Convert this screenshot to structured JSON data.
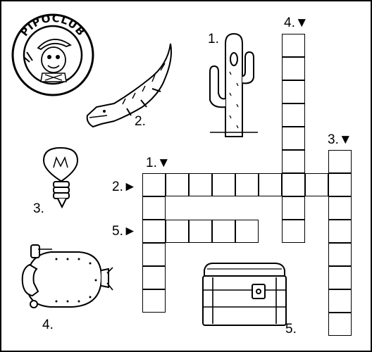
{
  "logo": {
    "text": "PIPOCLUB"
  },
  "clue_numbers": {
    "cactus": "1.",
    "crocodile": "2.",
    "bulb": "3.",
    "submarine": "4.",
    "chest": "5."
  },
  "grid_labels": {
    "down_1": "1.▼",
    "across_2": "2.►",
    "down_3": "3.▼",
    "down_4": "4.▼",
    "across_5": "5.►"
  },
  "words": [
    {
      "id": "1-down",
      "direction": "down",
      "length": 6
    },
    {
      "id": "2-across",
      "direction": "across",
      "length": 9
    },
    {
      "id": "3-down",
      "direction": "down",
      "length": 8
    },
    {
      "id": "4-down",
      "direction": "down",
      "length": 9
    },
    {
      "id": "5-across",
      "direction": "across",
      "length": 5
    }
  ],
  "icons": [
    "pipoclub-logo",
    "crocodile-icon",
    "cactus-icon",
    "light-bulb-icon",
    "submarine-icon",
    "treasure-chest-icon"
  ]
}
